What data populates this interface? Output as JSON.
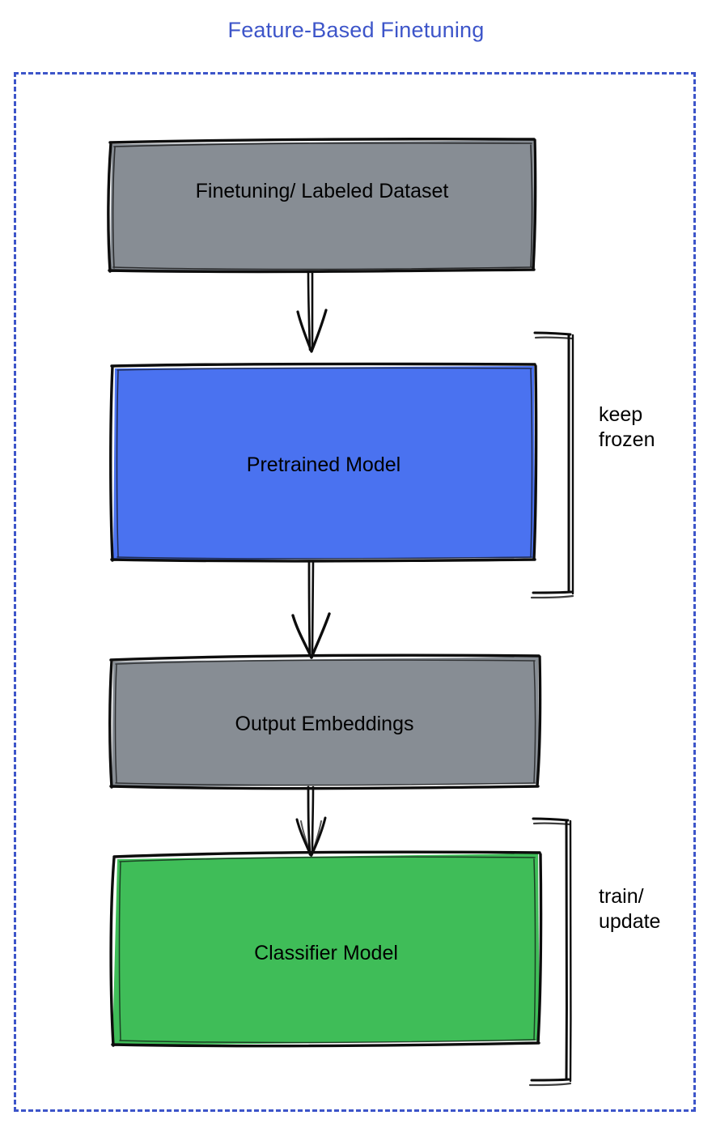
{
  "title": "Feature-Based Finetuning",
  "colors": {
    "title": "#3d55c9",
    "frame_border": "#3d55c9",
    "dataset_fill": "#878d94",
    "pretrained_fill": "#4a72f0",
    "embeddings_fill": "#878d94",
    "classifier_fill": "#3fbd58",
    "stroke": "#000000",
    "text": "#000000",
    "background": "#ffffff"
  },
  "nodes": [
    {
      "id": "dataset",
      "label": "Finetuning/ Labeled Dataset",
      "fill_key": "dataset_fill"
    },
    {
      "id": "pretrained",
      "label": "Pretrained Model",
      "fill_key": "pretrained_fill"
    },
    {
      "id": "embeddings",
      "label": "Output Embeddings",
      "fill_key": "embeddings_fill"
    },
    {
      "id": "classifier",
      "label": "Classifier Model",
      "fill_key": "classifier_fill"
    }
  ],
  "annotations": [
    {
      "id": "keep-frozen",
      "label": "keep\nfrozen",
      "target": "pretrained"
    },
    {
      "id": "train-update",
      "label": "train/\nupdate",
      "target": "classifier"
    }
  ],
  "edges": [
    {
      "from": "dataset",
      "to": "pretrained",
      "style": "arrow-down"
    },
    {
      "from": "pretrained",
      "to": "embeddings",
      "style": "arrow-down"
    },
    {
      "from": "embeddings",
      "to": "classifier",
      "style": "arrow-down"
    }
  ],
  "icons": {
    "arrow": "arrow-down-icon",
    "bracket": "right-brace-bracket-icon"
  }
}
